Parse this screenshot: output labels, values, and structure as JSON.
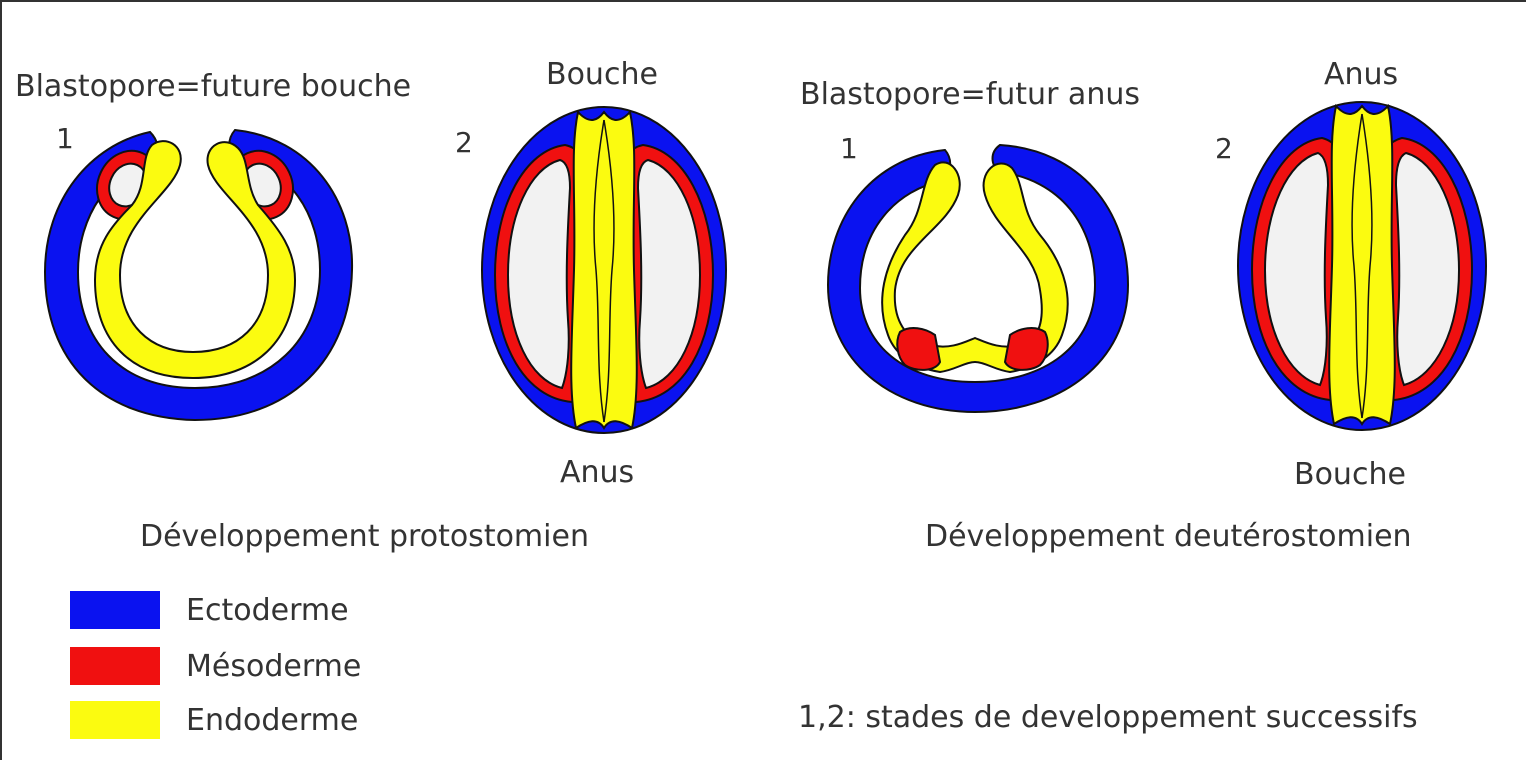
{
  "colors": {
    "ectoderm": "#0a12f0",
    "mesoderm": "#f01010",
    "endoderm": "#fbfb10",
    "cavity": "#f2f2f2",
    "outline": "#111111",
    "text": "#333333"
  },
  "protostome": {
    "stage1_label": "Blastopore=future bouche",
    "stage1_number": "1",
    "stage2_number": "2",
    "stage2_top": "Bouche",
    "stage2_bottom": "Anus",
    "caption": "Développement protostomien"
  },
  "deuterostome": {
    "stage1_label": "Blastopore=futur anus",
    "stage1_number": "1",
    "stage2_number": "2",
    "stage2_top": "Anus",
    "stage2_bottom": "Bouche",
    "caption": "Développement deutérostomien"
  },
  "legend": [
    {
      "label": "Ectoderme",
      "color": "#0a12f0"
    },
    {
      "label": "Mésoderme",
      "color": "#f01010"
    },
    {
      "label": "Endoderme",
      "color": "#fbfb10"
    }
  ],
  "note": "1,2: stades de developpement successifs"
}
